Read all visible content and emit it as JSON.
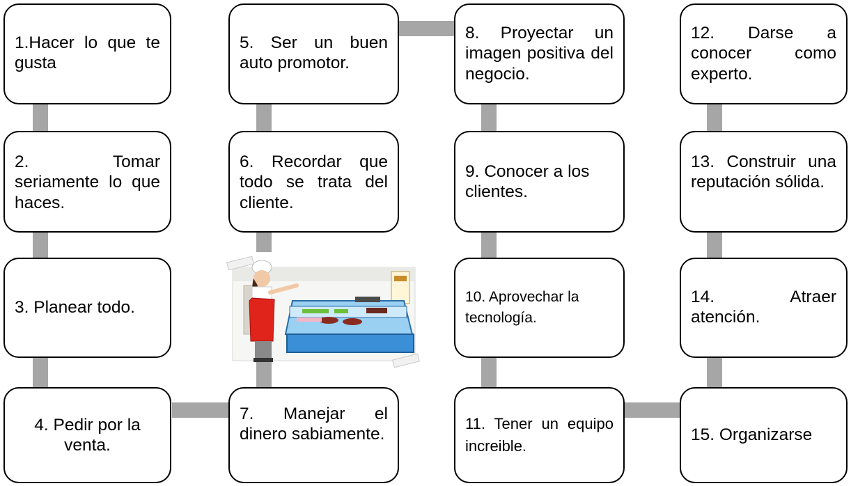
{
  "steps": [
    {
      "text": "1.Hacer lo que te gusta"
    },
    {
      "text": "2. Tomar seriamente lo que haces."
    },
    {
      "text": "3. Planear todo."
    },
    {
      "text": "4. Pedir por la venta."
    },
    {
      "text": "5. Ser un buen auto promotor."
    },
    {
      "text": "6. Recordar que todo se trata del cliente."
    },
    {
      "text": "7. Manejar el dinero sabiamente."
    },
    {
      "text": "8. Proyectar un imagen positiva del negocio."
    },
    {
      "text": "9. Conocer a los clientes."
    },
    {
      "text": "10. Aprovechar la tecnología."
    },
    {
      "text": "11. Tener un equipo increible."
    },
    {
      "text": "12. Darse a conocer como experto."
    },
    {
      "text": "13. Construir una reputación sólida."
    },
    {
      "text": "14. Atraer atención."
    },
    {
      "text": "15. Organizarse"
    }
  ],
  "colors": {
    "connector": "#a6a6a6",
    "border": "#000000",
    "counter": "#3a8fd6",
    "apron": "#e0241b"
  }
}
